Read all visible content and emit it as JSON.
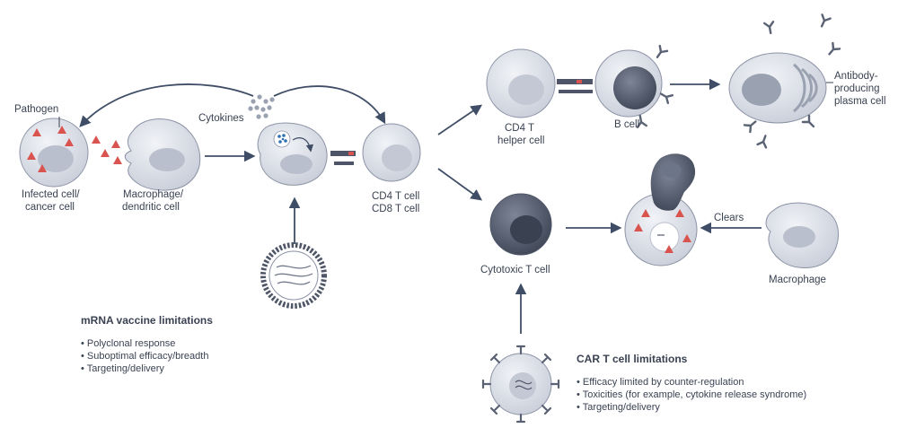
{
  "labels": {
    "pathogen": "Pathogen",
    "infected_line1": "Infected cell/",
    "infected_line2": "cancer cell",
    "macrophage_dc_line1": "Macrophage/",
    "macrophage_dc_line2": "dendritic cell",
    "cytokines": "Cytokines",
    "cd4_cd8_line1": "CD4 T cell",
    "cd4_cd8_line2": "CD8 T cell",
    "cd4_helper_line1": "CD4 T",
    "cd4_helper_line2": "helper cell",
    "b_cell": "B cell",
    "plasma_line1": "Antibody-",
    "plasma_line2": "producing",
    "plasma_line3": "plasma cell",
    "cytotoxic": "Cytotoxic T cell",
    "clears": "Clears",
    "macrophage": "Macrophage"
  },
  "mrna_limitations": {
    "title": "mRNA vaccine limitations",
    "items": [
      "• Polyclonal response",
      "• Suboptimal efficacy/breadth",
      "• Targeting/delivery"
    ]
  },
  "car_t_limitations": {
    "title": "CAR T cell limitations",
    "items": [
      "• Efficacy limited by counter-regulation",
      "• Toxicities (for example, cytokine release syndrome)",
      "• Targeting/delivery"
    ]
  },
  "colors": {
    "cell_fill": "#dfe2ea",
    "cell_stroke": "#8c93a6",
    "nucleus": "#b9bfcc",
    "dark_cell": "#4d5567",
    "antigen_red": "#d9534f",
    "arrow": "#3f4e66",
    "cytokine_dot": "#9aa1b1",
    "lnp_blue": "#2f6fb3"
  }
}
